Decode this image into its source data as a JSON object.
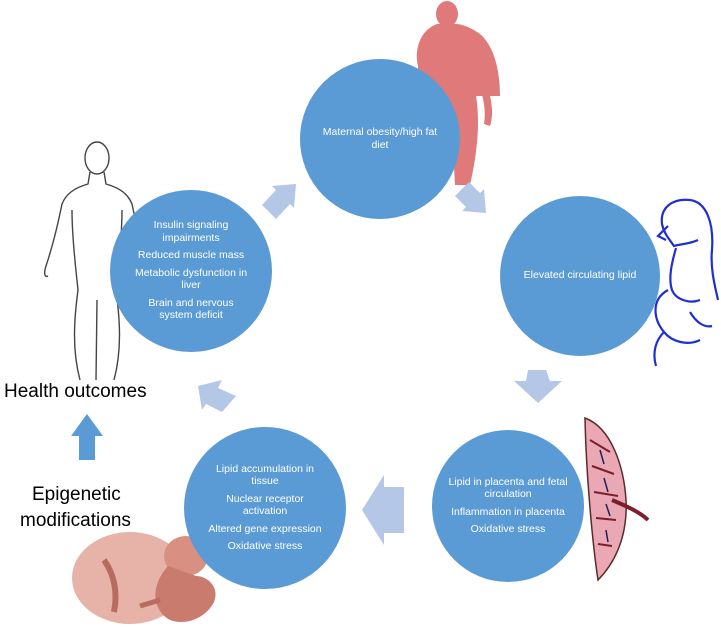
{
  "stages": {
    "maternal": {
      "lines": [
        "Maternal obesity/high fat diet"
      ]
    },
    "lipid": {
      "lines": [
        "Elevated circulating lipid"
      ]
    },
    "placenta": {
      "lines": [
        "Lipid in placenta and fetal circulation",
        "Inflammation in placenta",
        "Oxidative stress"
      ]
    },
    "fetal": {
      "lines": [
        "Lipid accumulation in tissue",
        "Nuclear receptor activation",
        "Altered gene expression",
        "Oxidative stress"
      ]
    },
    "outcomes": {
      "lines": [
        "Insulin signaling impairments",
        "Reduced muscle mass",
        "Metabolic dysfunction in liver",
        "Brain and nervous system deficit"
      ]
    }
  },
  "labels": {
    "health_outcomes": "Health outcomes",
    "epigenetic_line1": "Epigenetic",
    "epigenetic_line2": "modifications"
  },
  "colors": {
    "circle": "#5b9bd5",
    "arrow": "#b4c7e7",
    "up_arrow": "#5b9bd5",
    "woman": "#e07a7a",
    "pregnant_outline": "#1f2fd0",
    "placenta": "#e9a8b4",
    "embryo": "#d98f82"
  },
  "icons": [
    "obese-woman-icon",
    "pregnant-woman-icon",
    "placenta-icon",
    "human-body-outline-icon",
    "embryo-icon"
  ]
}
